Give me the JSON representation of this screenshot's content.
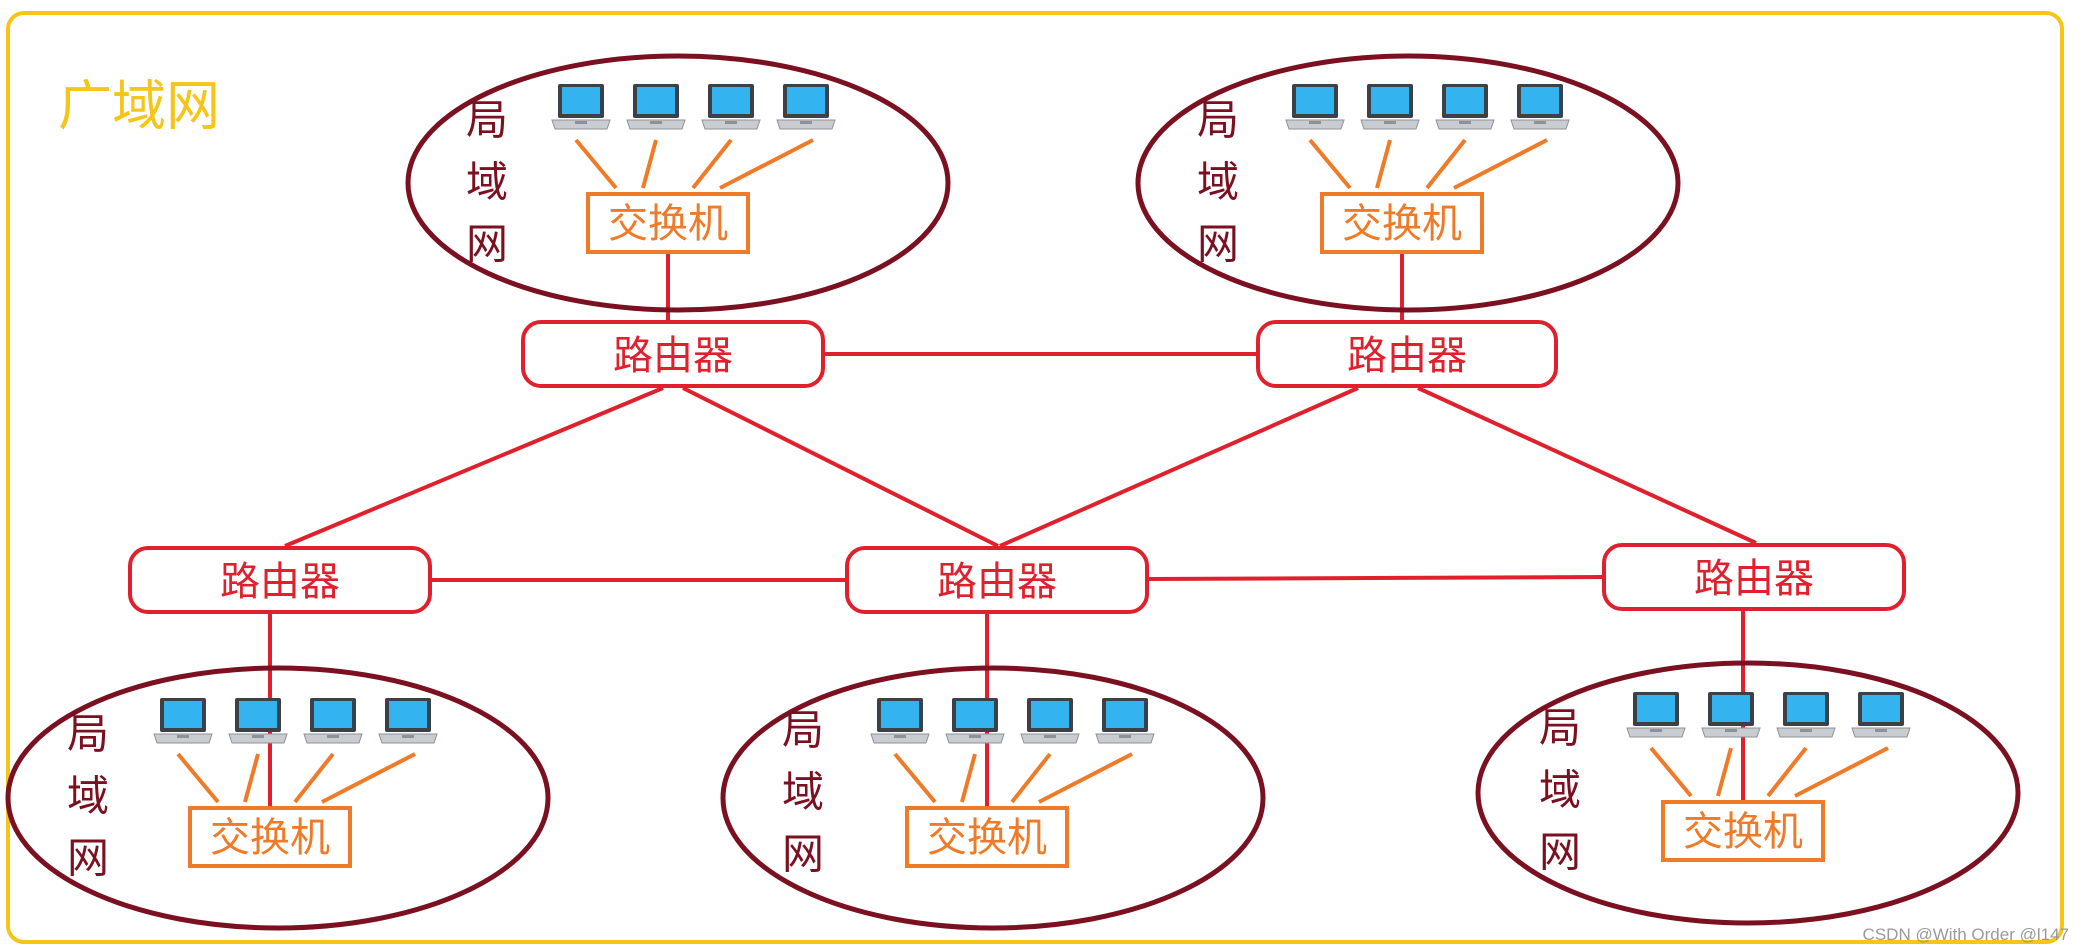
{
  "title": "广域网",
  "lan_label": [
    "局",
    "域",
    "网"
  ],
  "switch_label": "交换机",
  "router_label": "路由器",
  "watermark": "CSDN @With Order @l147",
  "colors": {
    "frame": "#f5c518",
    "title": "#f5c518",
    "lan_border": "#7b1020",
    "lan_text": "#7b1020",
    "switch": "#ef7a27",
    "router": "#e0202c",
    "link": "#e0202c",
    "computer_screen": "#34b3f1"
  },
  "icons": {
    "computer": "laptop-icon"
  }
}
